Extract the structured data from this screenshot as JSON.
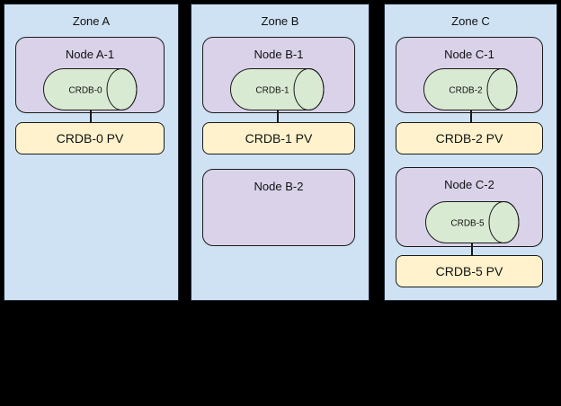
{
  "diagram": {
    "zones": [
      {
        "title": "Zone A",
        "nodes": [
          {
            "label": "Node A-1",
            "db_label": "CRDB-0",
            "pv_label": "CRDB-0 PV"
          }
        ]
      },
      {
        "title": "Zone B",
        "nodes": [
          {
            "label": "Node B-1",
            "db_label": "CRDB-1",
            "pv_label": "CRDB-1 PV"
          },
          {
            "label": "Node B-2"
          }
        ]
      },
      {
        "title": "Zone C",
        "nodes": [
          {
            "label": "Node C-1",
            "db_label": "CRDB-2",
            "pv_label": "CRDB-2 PV"
          },
          {
            "label": "Node C-2",
            "db_label": "CRDB-5",
            "pv_label": "CRDB-5 PV"
          }
        ]
      }
    ],
    "colors": {
      "page_background": "#000000",
      "zone_fill": "#cfe2f3",
      "node_fill": "#d9d2e9",
      "database_fill": "#d9ead3",
      "pv_fill": "#fff2cc",
      "shape_border": "#1a1a1a"
    }
  }
}
